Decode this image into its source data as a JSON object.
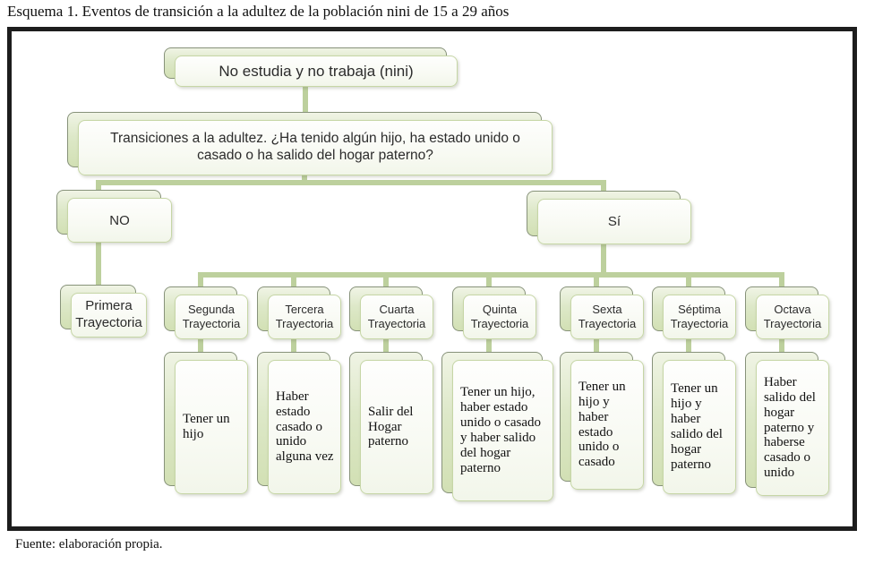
{
  "title": "Esquema 1. Eventos de transición a la adultez de la población nini de 15 a 29 años",
  "footer": "Fuente: elaboración propia.",
  "colors": {
    "connector_green": "#bdd09d",
    "card_front_border": "#c6d6a6",
    "card_back_border": "#87927a",
    "card_back_fill": "#d2e0b4",
    "frame_border": "#1d1d1d"
  },
  "tree": {
    "root": "No estudia y no trabaja (nini)",
    "question": "Transiciones a la adultez. ¿Ha tenido algún hijo, ha estado unido o casado o ha salido del hogar paterno?",
    "no_label": "NO",
    "yes_label": "Sí",
    "first": {
      "line1": "Primera",
      "line2": "Trayectoria"
    },
    "trajectories": [
      {
        "line1": "Segunda",
        "line2": "Trayectoria",
        "desc": "Tener un hijo"
      },
      {
        "line1": "Tercera",
        "line2": "Trayectoria",
        "desc": "Haber estado casado o unido alguna vez"
      },
      {
        "line1": "Cuarta",
        "line2": "Trayectoria",
        "desc": "Salir del Hogar paterno"
      },
      {
        "line1": "Quinta",
        "line2": "Trayectoria",
        "desc": "Tener un hijo, haber estado unido o casado y haber salido del hogar paterno"
      },
      {
        "line1": "Sexta",
        "line2": "Trayectoria",
        "desc": "Tener un hijo y haber estado unido o casado"
      },
      {
        "line1": "Séptima",
        "line2": "Trayectoria",
        "desc": "Tener un hijo y haber salido del hogar paterno"
      },
      {
        "line1": "Octava",
        "line2": "Trayectoria",
        "desc": "Haber salido del hogar paterno y haberse casado o unido"
      }
    ]
  }
}
